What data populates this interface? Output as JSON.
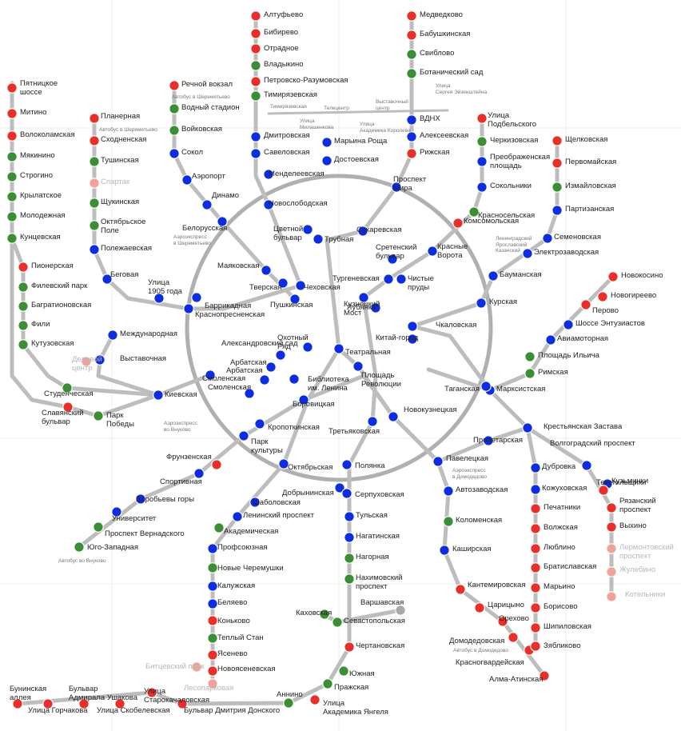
{
  "colors": {
    "red": "#e8302a",
    "green": "#3b8e33",
    "blue": "#0c2ee0",
    "gray": "#a8a8a8",
    "closed": "#f1a29a",
    "text": "#222222"
  },
  "circle_line_color": "#b0b0b0",
  "stations": [
    {
      "name": "Алтуфьево",
      "color": "red"
    },
    {
      "name": "Бибирево",
      "color": "red"
    },
    {
      "name": "Отрадное",
      "color": "red"
    },
    {
      "name": "Владыкино",
      "color": "green"
    },
    {
      "name": "Петровско-Разумовская",
      "color": "red"
    },
    {
      "name": "Тимирязевская",
      "color": "green"
    },
    {
      "name": "Дмитровская",
      "color": "blue"
    },
    {
      "name": "Савеловская",
      "color": "blue"
    },
    {
      "name": "Менделеевская",
      "color": "blue"
    },
    {
      "name": "Новослободская",
      "color": "blue"
    },
    {
      "name": "Цветной\nбульвар",
      "color": "blue"
    },
    {
      "name": "Трубная",
      "color": "blue"
    },
    {
      "name": "Медведково",
      "color": "red"
    },
    {
      "name": "Бабушкинская",
      "color": "red"
    },
    {
      "name": "Свиблово",
      "color": "green"
    },
    {
      "name": "Ботанический сад",
      "color": "green"
    },
    {
      "name": "ВДНХ",
      "color": "blue"
    },
    {
      "name": "Алексеевская",
      "color": "blue"
    },
    {
      "name": "Рижская",
      "color": "red"
    },
    {
      "name": "Проспект\nМира",
      "color": "blue"
    },
    {
      "name": "Сухаревская",
      "color": "blue"
    },
    {
      "name": "Марьина Роща",
      "color": "blue"
    },
    {
      "name": "Достоевская",
      "color": "blue"
    },
    {
      "name": "Улица\nПодбельского",
      "color": "red"
    },
    {
      "name": "Черкизовская",
      "color": "green"
    },
    {
      "name": "Преображенская\nплощадь",
      "color": "blue"
    },
    {
      "name": "Сокольники",
      "color": "blue"
    },
    {
      "name": "Красносельская",
      "color": "green"
    },
    {
      "name": "Комсомольская",
      "color": "red"
    },
    {
      "name": "Красные\nВорота",
      "color": "blue"
    },
    {
      "name": "Сретенский\nбульвар",
      "color": "blue"
    },
    {
      "name": "Тургеневская",
      "color": "blue"
    },
    {
      "name": "Чистые\nпруды",
      "color": "blue"
    },
    {
      "name": "Щелковская",
      "color": "red"
    },
    {
      "name": "Первомайская",
      "color": "red"
    },
    {
      "name": "Измайловская",
      "color": "green"
    },
    {
      "name": "Партизанская",
      "color": "blue"
    },
    {
      "name": "Семеновская",
      "color": "blue"
    },
    {
      "name": "Электрозаводская",
      "color": "blue"
    },
    {
      "name": "Бауманская",
      "color": "blue"
    },
    {
      "name": "Курская",
      "color": "blue"
    },
    {
      "name": "Чкаловская",
      "color": "blue"
    },
    {
      "name": "Новокосино",
      "color": "red"
    },
    {
      "name": "Новогиреево",
      "color": "red"
    },
    {
      "name": "Перово",
      "color": "red"
    },
    {
      "name": "Шоссе Энтузиастов",
      "color": "blue"
    },
    {
      "name": "Авиамоторная",
      "color": "blue"
    },
    {
      "name": "Площадь Ильича",
      "color": "green"
    },
    {
      "name": "Римская",
      "color": "green"
    },
    {
      "name": "Марксистская",
      "color": "blue"
    },
    {
      "name": "Таганская",
      "color": "blue"
    },
    {
      "name": "Пятницкое\nшоссе",
      "color": "red"
    },
    {
      "name": "Митино",
      "color": "red"
    },
    {
      "name": "Волоколамская",
      "color": "red"
    },
    {
      "name": "Мякинино",
      "color": "green"
    },
    {
      "name": "Строгино",
      "color": "green"
    },
    {
      "name": "Крылатское",
      "color": "green"
    },
    {
      "name": "Молодежная",
      "color": "green"
    },
    {
      "name": "Кунцевская",
      "color": "green"
    },
    {
      "name": "Пионерская",
      "color": "red"
    },
    {
      "name": "Филевский парк",
      "color": "green"
    },
    {
      "name": "Багратионовская",
      "color": "green"
    },
    {
      "name": "Фили",
      "color": "green"
    },
    {
      "name": "Кутузовская",
      "color": "green"
    },
    {
      "name": "Студенческая",
      "color": "green"
    },
    {
      "name": "Славянский\nбульвар",
      "color": "red"
    },
    {
      "name": "Парк\nПобеды",
      "color": "green"
    },
    {
      "name": "Киевская",
      "color": "blue"
    },
    {
      "name": "Международная",
      "color": "blue"
    },
    {
      "name": "Выставочная",
      "color": "blue"
    },
    {
      "name": "Деловой\nцентр",
      "color": "blue",
      "closed": true
    },
    {
      "name": "Планерная",
      "color": "red"
    },
    {
      "name": "Сходненская",
      "color": "red"
    },
    {
      "name": "Тушинская",
      "color": "green"
    },
    {
      "name": "Спартак",
      "color": "green",
      "closed": true
    },
    {
      "name": "Щукинская",
      "color": "green"
    },
    {
      "name": "Октябрьское\nПоле",
      "color": "green"
    },
    {
      "name": "Полежаевская",
      "color": "blue"
    },
    {
      "name": "Беговая",
      "color": "blue"
    },
    {
      "name": "Улица\n1905 года",
      "color": "blue"
    },
    {
      "name": "Баррикадная",
      "color": "blue"
    },
    {
      "name": "Краснопресненская",
      "color": "blue"
    },
    {
      "name": "Речной вокзал",
      "color": "red"
    },
    {
      "name": "Водный стадион",
      "color": "green"
    },
    {
      "name": "Войковская",
      "color": "green"
    },
    {
      "name": "Сокол",
      "color": "blue"
    },
    {
      "name": "Аэропорт",
      "color": "blue"
    },
    {
      "name": "Динамо",
      "color": "blue"
    },
    {
      "name": "Белорусская",
      "color": "blue"
    },
    {
      "name": "Маяковская",
      "color": "blue"
    },
    {
      "name": "Тверская",
      "color": "blue"
    },
    {
      "name": "Пушкинская",
      "color": "blue"
    },
    {
      "name": "Чеховская",
      "color": "blue"
    },
    {
      "name": "Кузнецкий\nМост",
      "color": "blue"
    },
    {
      "name": "Лубянка",
      "color": "blue"
    },
    {
      "name": "Китай-город",
      "color": "blue"
    },
    {
      "name": "Охотный\nРяд",
      "color": "blue"
    },
    {
      "name": "Театральная",
      "color": "blue"
    },
    {
      "name": "Площадь\nРеволюции",
      "color": "blue"
    },
    {
      "name": "Александровский сад",
      "color": "blue"
    },
    {
      "name": "Арбатская",
      "color": "blue"
    },
    {
      "name": "Арбатская",
      "color": "blue"
    },
    {
      "name": "Смоленская",
      "color": "blue"
    },
    {
      "name": "Смоленская",
      "color": "blue"
    },
    {
      "name": "Библиотека\nим. Ленина",
      "color": "blue"
    },
    {
      "name": "Боровицкая",
      "color": "blue"
    },
    {
      "name": "Кропоткинская",
      "color": "blue"
    },
    {
      "name": "Парк\nкультуры",
      "color": "blue"
    },
    {
      "name": "Новокузнецкая",
      "color": "blue"
    },
    {
      "name": "Третьяковская",
      "color": "blue"
    },
    {
      "name": "Октябрьская",
      "color": "blue"
    },
    {
      "name": "Полянка",
      "color": "blue"
    },
    {
      "name": "Добрынинская",
      "color": "blue"
    },
    {
      "name": "Серпуховская",
      "color": "blue"
    },
    {
      "name": "Павелецкая",
      "color": "blue"
    },
    {
      "name": "Пролетарская",
      "color": "blue"
    },
    {
      "name": "Крестьянская Застава",
      "color": "blue"
    },
    {
      "name": "Фрунзенская",
      "color": "red"
    },
    {
      "name": "Спортивная",
      "color": "blue"
    },
    {
      "name": "Воробьевы горы",
      "color": "blue"
    },
    {
      "name": "Университет",
      "color": "blue"
    },
    {
      "name": "Проспект Вернадского",
      "color": "green"
    },
    {
      "name": "Юго-Западная",
      "color": "green"
    },
    {
      "name": "Шаболовская",
      "color": "blue"
    },
    {
      "name": "Ленинский проспект",
      "color": "blue"
    },
    {
      "name": "Академическая",
      "color": "green"
    },
    {
      "name": "Профсоюзная",
      "color": "blue"
    },
    {
      "name": "Новые Черемушки",
      "color": "green"
    },
    {
      "name": "Калужская",
      "color": "blue"
    },
    {
      "name": "Беляево",
      "color": "blue"
    },
    {
      "name": "Коньково",
      "color": "red"
    },
    {
      "name": "Теплый Стан",
      "color": "green"
    },
    {
      "name": "Ясенево",
      "color": "red"
    },
    {
      "name": "Новоясеневская",
      "color": "red"
    },
    {
      "name": "Битцевский парк",
      "color": "red",
      "closed": true
    },
    {
      "name": "Лесопарковая",
      "color": "red",
      "closed": true
    },
    {
      "name": "Тульская",
      "color": "blue"
    },
    {
      "name": "Нагатинская",
      "color": "blue"
    },
    {
      "name": "Нагорная",
      "color": "green"
    },
    {
      "name": "Нахимовский\nпроспект",
      "color": "green"
    },
    {
      "name": "Варшавская",
      "color": "gray"
    },
    {
      "name": "Каховская",
      "color": "green"
    },
    {
      "name": "Севастопольская",
      "color": "green"
    },
    {
      "name": "Чертановская",
      "color": "red"
    },
    {
      "name": "Южная",
      "color": "green"
    },
    {
      "name": "Пражская",
      "color": "green"
    },
    {
      "name": "Улица\nАкадемика Янгеля",
      "color": "red"
    },
    {
      "name": "Аннино",
      "color": "green"
    },
    {
      "name": "Бульвар Дмитрия Донского",
      "color": "red"
    },
    {
      "name": "Улица\nСтарокачаловская",
      "color": "red"
    },
    {
      "name": "Бунинская\nаллея",
      "color": "red"
    },
    {
      "name": "Улица Горчакова",
      "color": "red"
    },
    {
      "name": "Бульвар\nАдмирала Ушакова",
      "color": "red"
    },
    {
      "name": "Улица Скобелевская",
      "color": "red"
    },
    {
      "name": "Автозаводская",
      "color": "blue"
    },
    {
      "name": "Коломенская",
      "color": "green"
    },
    {
      "name": "Каширская",
      "color": "blue"
    },
    {
      "name": "Кантемировская",
      "color": "red"
    },
    {
      "name": "Царицыно",
      "color": "red"
    },
    {
      "name": "Орехово",
      "color": "red"
    },
    {
      "name": "Домодедовская",
      "color": "red"
    },
    {
      "name": "Красногвардейская",
      "color": "red"
    },
    {
      "name": "Алма-Атинская",
      "color": "red"
    },
    {
      "name": "Волгоградский проспект",
      "color": "blue"
    },
    {
      "name": "Текстильщики",
      "color": "blue"
    },
    {
      "name": "Кузьминки",
      "color": "red"
    },
    {
      "name": "Рязанский\nпроспект",
      "color": "red"
    },
    {
      "name": "Выхино",
      "color": "red"
    },
    {
      "name": "Лермонтовский\nпроспект",
      "color": "red",
      "closed": true
    },
    {
      "name": "Жулебино",
      "color": "red",
      "closed": true
    },
    {
      "name": "Котельники",
      "color": "red",
      "closed": true
    },
    {
      "name": "Дубровка",
      "color": "blue"
    },
    {
      "name": "Кожуховская",
      "color": "blue"
    },
    {
      "name": "Печатники",
      "color": "red"
    },
    {
      "name": "Волжская",
      "color": "red"
    },
    {
      "name": "Люблино",
      "color": "red"
    },
    {
      "name": "Братиславская",
      "color": "red"
    },
    {
      "name": "Марьино",
      "color": "red"
    },
    {
      "name": "Борисово",
      "color": "red"
    },
    {
      "name": "Шипиловская",
      "color": "red"
    },
    {
      "name": "Зябликово",
      "color": "red"
    }
  ],
  "monorail": [
    "Тимирязевская",
    "Улица\nМилашенкова",
    "Телецентр",
    "Улица\nАкадемика Королева",
    "Выставочный\nцентр",
    "Улица\nСергея Эйзенштейна"
  ],
  "notes": [
    "Автобус в Шереметьево",
    "Автобус в Шереметьево",
    "Аэроэкспресс\nв Шереметьево",
    "Ленинградский\nЯрославский\nКазанский",
    "Аэроэкспресс\nво Внуково",
    "Аэроэкспресс\nв Домодедово",
    "Автобус во Внуково",
    "Автобус в Домодедово"
  ]
}
